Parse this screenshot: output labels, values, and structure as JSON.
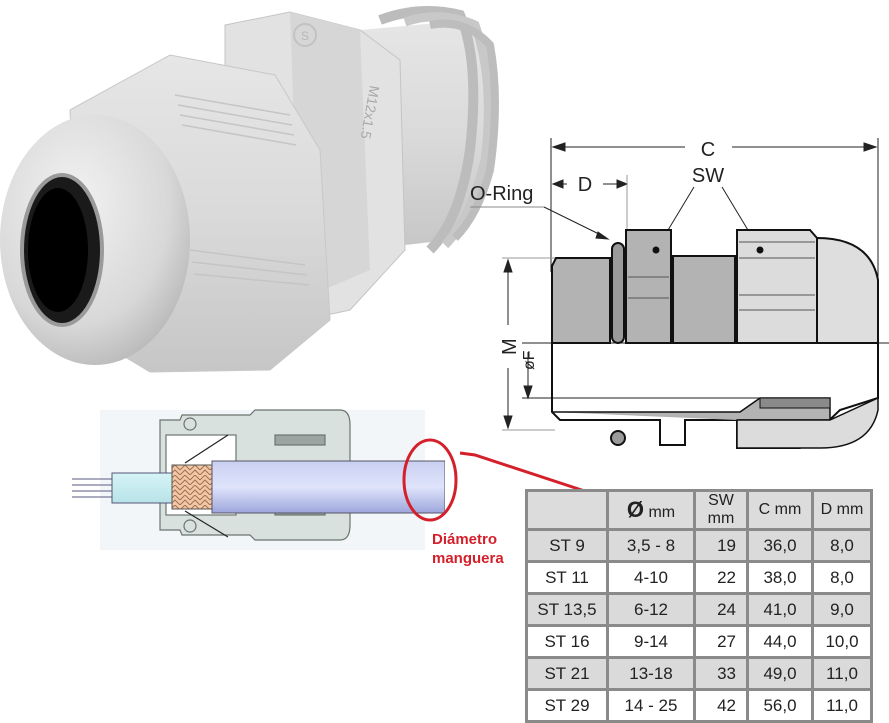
{
  "product": {
    "description": "white plastic cable gland, photo",
    "thread_marking": "M12x1.5",
    "logo": "circle-logo"
  },
  "drawing": {
    "labels": {
      "c": "C",
      "d": "D",
      "sw": "SW",
      "o_ring": "O-Ring",
      "m": "M",
      "f": "øF"
    }
  },
  "cutaway": {
    "highlight_color": "#d4202a",
    "caption_line1": "Diámetro",
    "caption_line2": "manguera"
  },
  "table": {
    "headers": [
      {
        "symbol": "Ø",
        "text": " mm"
      },
      {
        "symbol": "",
        "text": "SW mm"
      },
      {
        "symbol": "",
        "text": "C mm"
      },
      {
        "symbol": "",
        "text": "D mm"
      }
    ],
    "rows": [
      {
        "model": "ST 9",
        "diameter": "3,5 - 8",
        "sw": "19",
        "c": "36,0",
        "d": "8,0"
      },
      {
        "model": "ST 11",
        "diameter": "4-10",
        "sw": "22",
        "c": "38,0",
        "d": "8,0"
      },
      {
        "model": "ST 13,5",
        "diameter": "6-12",
        "sw": "24",
        "c": "41,0",
        "d": "9,0"
      },
      {
        "model": "ST 16",
        "diameter": "9-14",
        "sw": "27",
        "c": "44,0",
        "d": "10,0"
      },
      {
        "model": "ST 21",
        "diameter": "13-18",
        "sw": "33",
        "c": "49,0",
        "d": "11,0"
      },
      {
        "model": "ST 29",
        "diameter": "14 - 25",
        "sw": "42",
        "c": "56,0",
        "d": "11,0"
      }
    ]
  }
}
